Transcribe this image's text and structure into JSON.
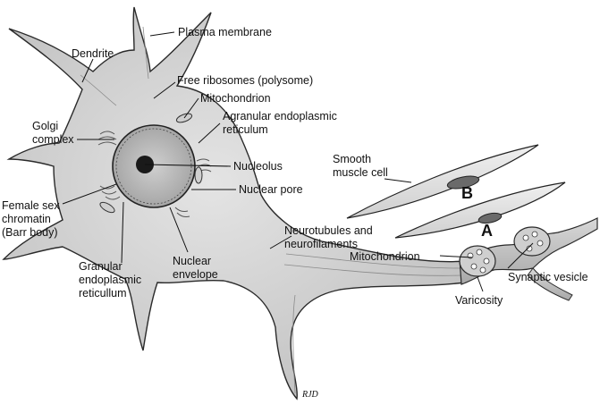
{
  "labels": {
    "plasma_membrane": "Plasma membrane",
    "dendrite": "Dendrite",
    "free_ribosomes": "Free ribosomes (polysome)",
    "mitochondrion_top": "Mitochondrion",
    "agranular_er_1": "Agranular endoplasmic",
    "agranular_er_2": "reticulum",
    "golgi_1": "Golgi",
    "golgi_2": "complex",
    "nucleolus": "Nucleolus",
    "nuclear_pore": "Nuclear pore",
    "female_1": "Female sex",
    "female_2": "chromatin",
    "female_3": "(Barr body)",
    "granular_1": "Granular",
    "granular_2": "endoplasmic",
    "granular_3": "reticullum",
    "nuclear_env_1": "Nuclear",
    "nuclear_env_2": "envelope",
    "smooth_1": "Smooth",
    "smooth_2": "muscle cell",
    "neurotubules_1": "Neurotubules and",
    "neurotubules_2": "neurofilaments",
    "mitochondrion_bottom": "Mitochondrion",
    "synaptic_vesicle": "Synaptic vesicle",
    "varicosity": "Varicosity",
    "marker_a": "A",
    "marker_b": "B",
    "signature": "RJD"
  },
  "colors": {
    "cell_fill": "#d9d9d9",
    "cell_stroke": "#2a2a2a",
    "nucleus_fill": "#bdbdbd",
    "muscle_fill": "#e6e6e6",
    "organelle": "#555555"
  }
}
